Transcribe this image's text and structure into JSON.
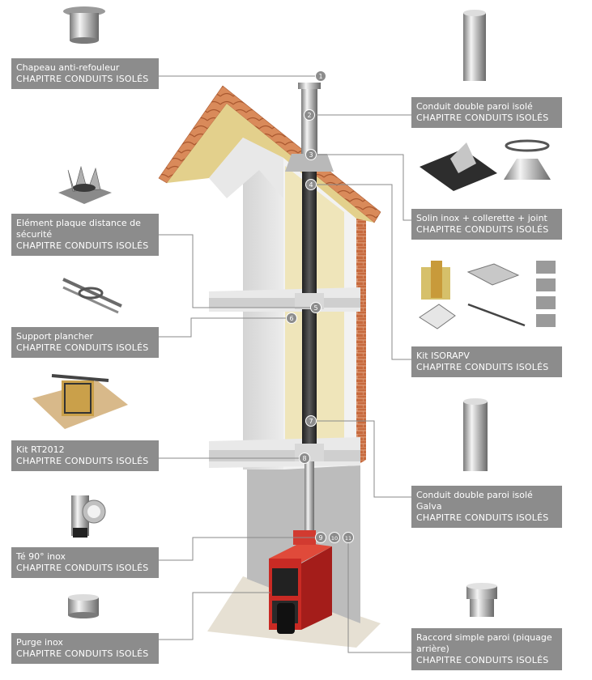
{
  "colors": {
    "label_bg": "#8c8c8c",
    "label_text": "#ffffff",
    "leader": "#8a8a8a",
    "marker": "#8c8c8c",
    "boiler": "#d42a2a",
    "roof_tile": "#d98a5a",
    "insulation": "#e3d08c",
    "wall": "#dedede",
    "flue": "#333333",
    "steel": "#c8c8c8"
  },
  "markers": [
    "1",
    "2",
    "3",
    "4",
    "5",
    "6",
    "7",
    "8",
    "9",
    "10",
    "11"
  ],
  "labels": [
    {
      "id": "chapeau",
      "name": "Chapeau anti-refouleur",
      "chapter": "CHAPITRE CONDUITS ISOLÉS",
      "icon": "chimney-cap-icon"
    },
    {
      "id": "element-plaque",
      "name": "Elément plaque distance de sécurité",
      "chapter": "CHAPITRE CONDUITS ISOLÉS",
      "icon": "distance-plate-icon"
    },
    {
      "id": "support-plancher",
      "name": "Support plancher",
      "chapter": "CHAPITRE CONDUITS ISOLÉS",
      "icon": "floor-support-icon"
    },
    {
      "id": "kit-rt2012",
      "name": "Kit RT2012",
      "chapter": "CHAPITRE CONDUITS ISOLÉS",
      "icon": "rt2012-kit-icon"
    },
    {
      "id": "te-90",
      "name": "Té 90° inox",
      "chapter": "CHAPITRE CONDUITS ISOLÉS",
      "icon": "tee-90-icon"
    },
    {
      "id": "purge-inox",
      "name": "Purge inox",
      "chapter": "CHAPITRE CONDUITS ISOLÉS",
      "icon": "drain-cap-icon"
    },
    {
      "id": "conduit-double",
      "name": "Conduit double paroi isolé",
      "chapter": "CHAPITRE CONDUITS ISOLÉS",
      "icon": "double-wall-pipe-icon"
    },
    {
      "id": "solin",
      "name": "Solin inox + collerette + joint",
      "chapter": "CHAPITRE CONDUITS ISOLÉS",
      "icon": "flashing-icon"
    },
    {
      "id": "kit-isorapv",
      "name": "Kit ISORAPV",
      "chapter": "CHAPITRE CONDUITS ISOLÉS",
      "icon": "isorapv-kit-icon"
    },
    {
      "id": "conduit-galva",
      "name": "Conduit double paroi isolé Galva",
      "chapter": "CHAPITRE CONDUITS ISOLÉS",
      "icon": "galva-pipe-icon"
    },
    {
      "id": "raccord",
      "name": "Raccord simple paroi (piquage arrière)",
      "chapter": "CHAPITRE CONDUITS ISOLÉS",
      "icon": "connector-icon"
    }
  ]
}
